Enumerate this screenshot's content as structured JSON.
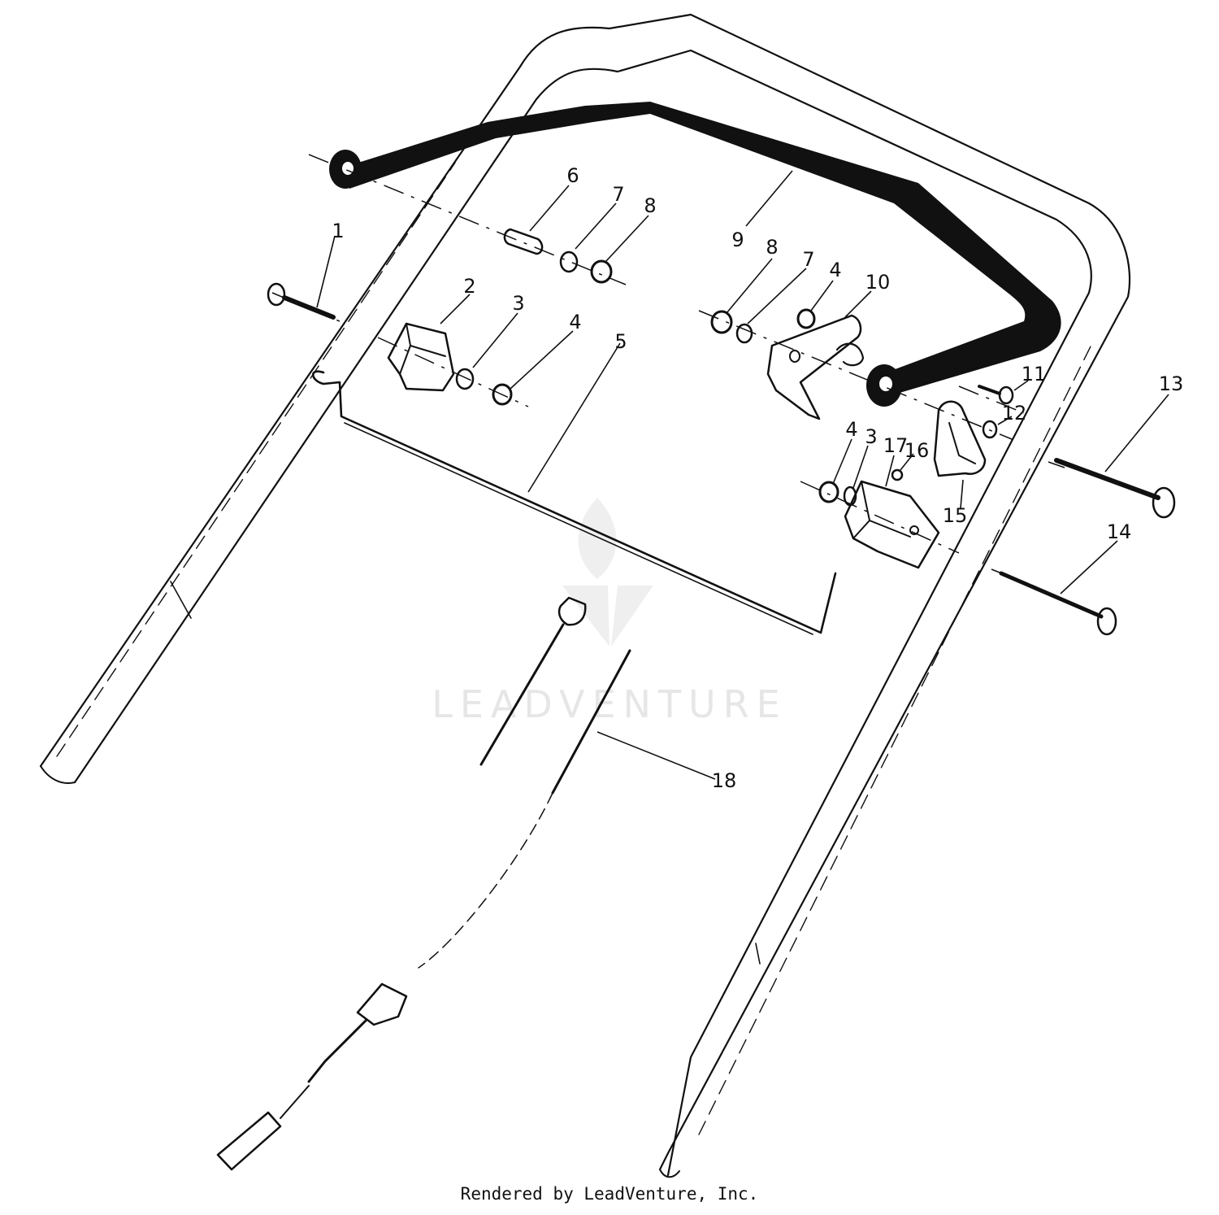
{
  "diagram": {
    "parts": [
      {
        "number": "1",
        "name": "carriage bolt, upper left"
      },
      {
        "number": "2",
        "name": "control bracket, left"
      },
      {
        "number": "3",
        "name": "washer, left"
      },
      {
        "number": "4",
        "name": "nut, left"
      },
      {
        "number": "5",
        "name": "control rod"
      },
      {
        "number": "6",
        "name": "spacer"
      },
      {
        "number": "7",
        "name": "washer at spacer"
      },
      {
        "number": "8",
        "name": "nut at spacer"
      },
      {
        "number": "9",
        "name": "control bail"
      },
      {
        "number": "8",
        "name": "nut, right"
      },
      {
        "number": "7",
        "name": "washer, right"
      },
      {
        "number": "4",
        "name": "nut, bail mount"
      },
      {
        "number": "10",
        "name": "bail bracket"
      },
      {
        "number": "11",
        "name": "screw"
      },
      {
        "number": "12",
        "name": "washer"
      },
      {
        "number": "13",
        "name": "carriage bolt, upper right"
      },
      {
        "number": "14",
        "name": "carriage bolt, lower right"
      },
      {
        "number": "15",
        "name": "cable lever"
      },
      {
        "number": "16",
        "name": "small nut"
      },
      {
        "number": "17",
        "name": "pin"
      },
      {
        "number": "4",
        "name": "nut, right bracket"
      },
      {
        "number": "3",
        "name": "washer, right bracket"
      },
      {
        "number": "18",
        "name": "control cable"
      }
    ],
    "watermark": "LEADVENTURE",
    "credit": "Rendered by LeadVenture, Inc."
  }
}
